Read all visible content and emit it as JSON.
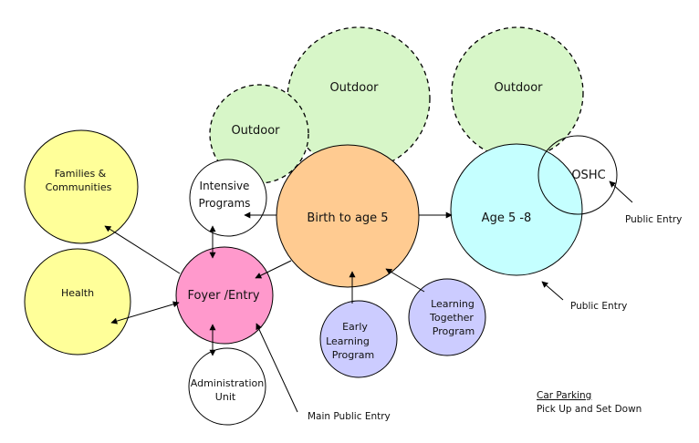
{
  "colors": {
    "outdoor": "#d7f6c8",
    "birth": "#ffcb91",
    "age": "#c5ffff",
    "families": "#ffff99",
    "health": "#ffff99",
    "foyer": "#ff99cc",
    "programs": "#ccccff",
    "white": "#ffffff"
  },
  "nodes": {
    "outdoor_left": "Outdoor",
    "outdoor_middle": "Outdoor",
    "outdoor_right": "Outdoor",
    "birth": "Birth to age 5",
    "age": "Age 5 -8",
    "oshc": "OSHC",
    "intensive": [
      "Intensive",
      "Programs"
    ],
    "families": [
      "Families &",
      "Communities"
    ],
    "health": "Health",
    "foyer": "Foyer /Entry",
    "admin": [
      "Administration",
      "Unit"
    ],
    "early": [
      "Early",
      "Learning",
      "Program"
    ],
    "together": [
      "Learning",
      "Together",
      "Program"
    ]
  },
  "labels": {
    "public_entry_oshc": "Public Entry",
    "public_entry_age": "Public Entry",
    "main_public_entry": "Main Public Entry",
    "car_parking_title": "Car Parking",
    "car_parking_sub": "Pick Up and Set Down"
  }
}
